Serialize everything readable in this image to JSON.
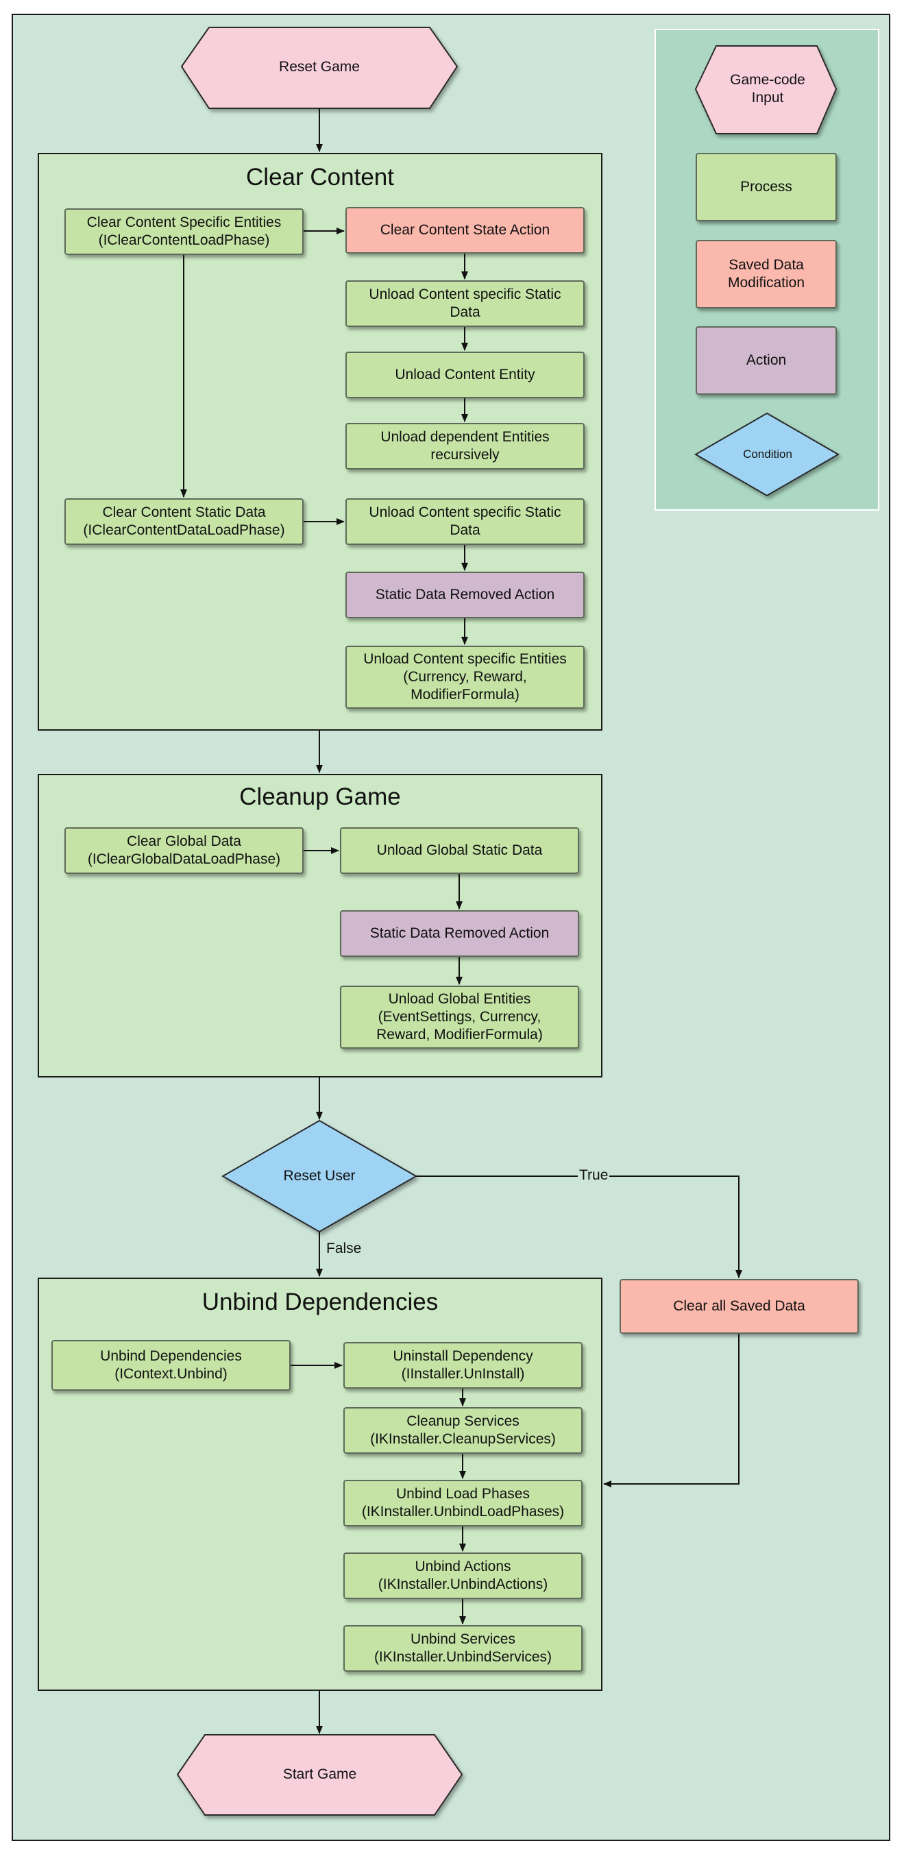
{
  "nodes": {
    "reset_game": "Reset Game",
    "start_game": "Start Game",
    "reset_user": "Reset User",
    "clear_all_saved": "Clear all Saved Data"
  },
  "groups": {
    "clear_content": {
      "title": "Clear Content",
      "specific_entities": "Clear Content Specific Entities\n(IClearContentLoadPhase)",
      "state_action": "Clear Content State Action",
      "unload_static_1": "Unload Content specific Static\nData",
      "unload_entity": "Unload Content Entity",
      "unload_dependent": "Unload dependent Entities\nrecursively",
      "static_data": "Clear Content Static Data\n(IClearContentDataLoadPhase)",
      "unload_static_2": "Unload Content specific Static\nData",
      "removed_action": "Static Data Removed Action",
      "unload_entities": "Unload Content specific Entities\n(Currency, Reward,\nModifierFormula)"
    },
    "cleanup_game": {
      "title": "Cleanup Game",
      "clear_global": "Clear Global Data\n(IClearGlobalDataLoadPhase)",
      "unload_global_static": "Unload Global Static Data",
      "removed_action": "Static Data Removed Action",
      "unload_global_entities": "Unload Global Entities\n(EventSettings, Currency,\nReward, ModifierFormula)"
    },
    "unbind": {
      "title": "Unbind Dependencies",
      "unbind_deps": "Unbind Dependencies\n(IContext.Unbind)",
      "uninstall": "Uninstall Dependency\n(IInstaller.UnInstall)",
      "cleanup_services": "Cleanup Services\n(IKInstaller.CleanupServices)",
      "unbind_load_phases": "Unbind Load Phases\n(IKInstaller.UnbindLoadPhases)",
      "unbind_actions": "Unbind Actions\n(IKInstaller.UnbindActions)",
      "unbind_services": "Unbind Services\n(IKInstaller.UnbindServices)"
    }
  },
  "edges": {
    "true_label": "True",
    "false_label": "False"
  },
  "legend": {
    "input": "Game-code\nInput",
    "process": "Process",
    "saved": "Saved Data\nModification",
    "action": "Action",
    "condition": "Condition"
  },
  "colors": {
    "background": "#cde5d9",
    "group_fill": "#cce8c4",
    "process": "#c4e3a5",
    "saved_data": "#fbb8ad",
    "action": "#d0b8cf",
    "input": "#f8d0dc",
    "condition": "#9fd3f3",
    "legend_fill": "#acd8c3"
  }
}
